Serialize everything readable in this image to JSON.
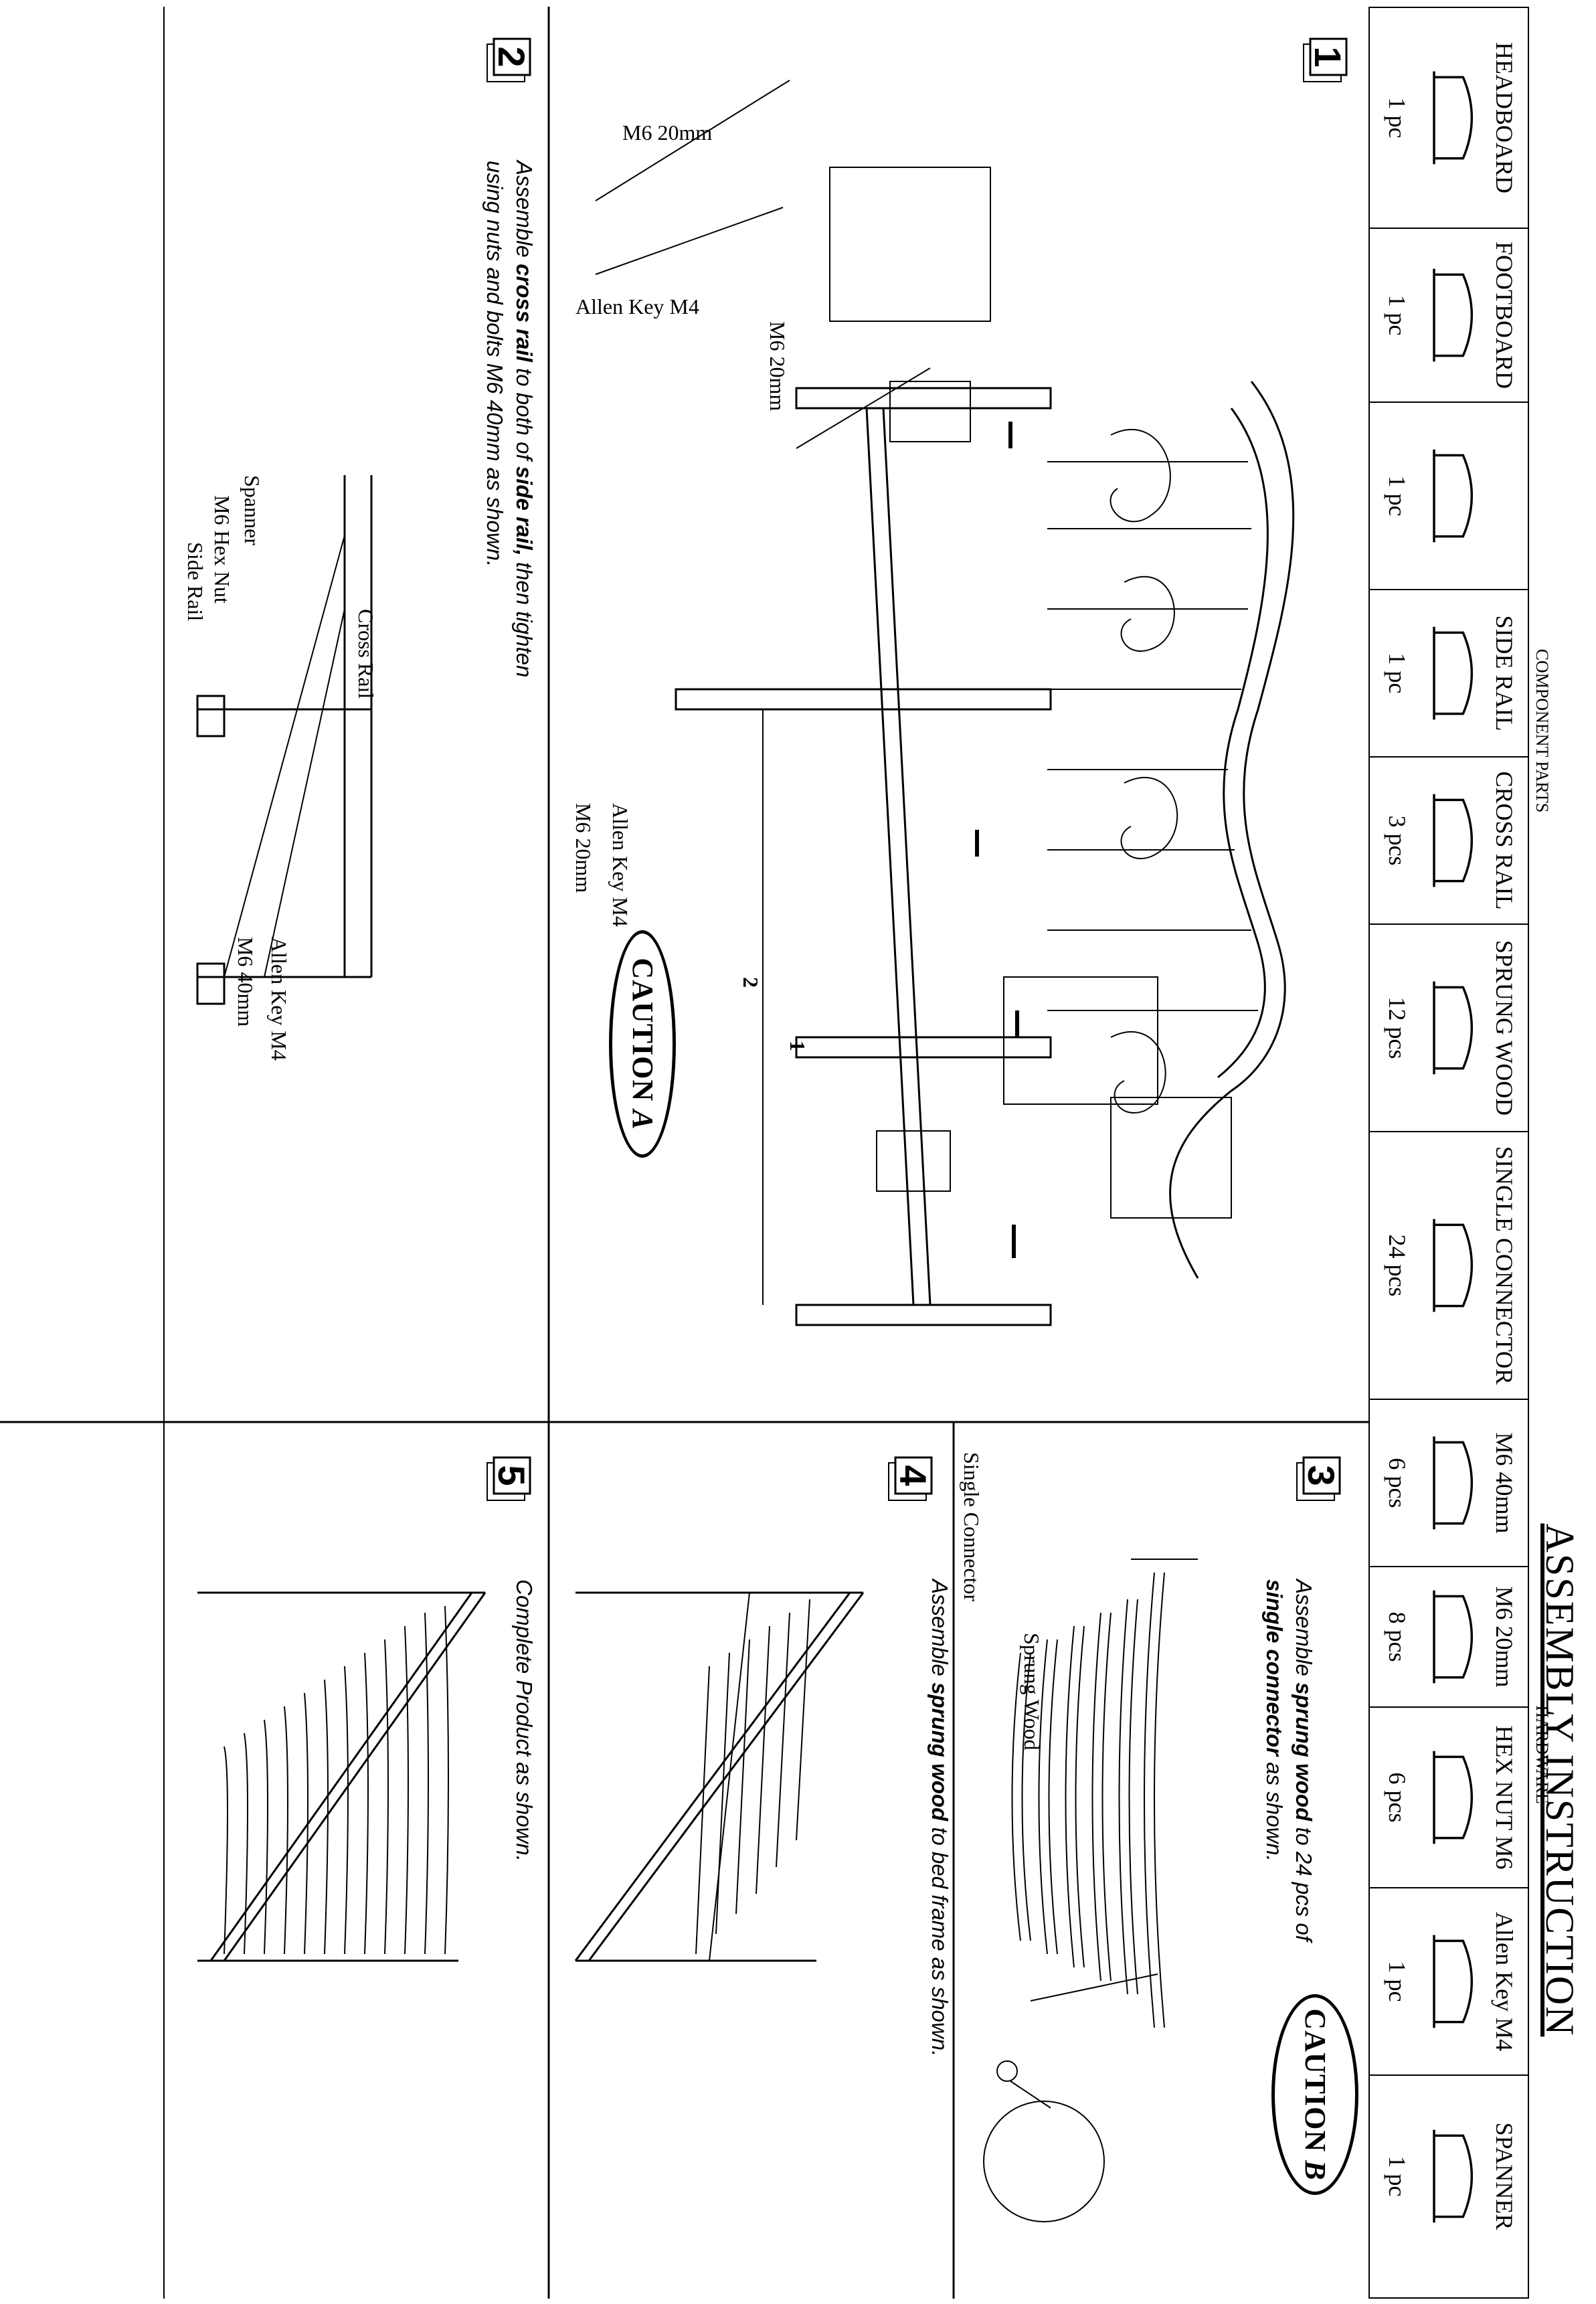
{
  "title": "ASSEMBLY INSTRUCTION",
  "table": {
    "component_header": "COMPONENT PARTS",
    "hardware_header": "HARDWARE",
    "components": [
      {
        "name": "HEADBOARD",
        "qty": "1 pc",
        "icon": "headboard-icon"
      },
      {
        "name": "FOOTBOARD",
        "qty": "1 pc",
        "icon": "footboard-icon"
      },
      {
        "name": "",
        "qty": "1 pc",
        "icon": "bed-end-icon"
      },
      {
        "name": "SIDE RAIL",
        "qty": "1 pc",
        "icon": "side-rail-icon"
      },
      {
        "name": "CROSS RAIL",
        "qty": "3 pcs",
        "icon": "cross-rail-icon"
      },
      {
        "name": "SPRUNG WOOD",
        "qty": "12 pcs",
        "icon": "sprung-wood-icon"
      },
      {
        "name": "SINGLE CONNECTOR",
        "qty": "24 pcs",
        "icon": "single-connector-icon"
      }
    ],
    "hardware": [
      {
        "name": "M6 40mm",
        "qty": "6 pcs",
        "icon": "bolt-40mm-icon"
      },
      {
        "name": "M6 20mm",
        "qty": "8 pcs",
        "icon": "bolt-20mm-icon"
      },
      {
        "name": "HEX NUT M6",
        "qty": "6 pcs",
        "icon": "hex-nut-icon"
      },
      {
        "name": "Allen Key M4",
        "qty": "1 pc",
        "icon": "allen-key-icon"
      },
      {
        "name": "SPANNER",
        "qty": "1 pc",
        "icon": "spanner-icon"
      }
    ]
  },
  "steps": {
    "step1": {
      "number": "1",
      "labels": {
        "bolt_top": "M6 20mm",
        "allen_top": "Allen Key M4",
        "bolt_mid": "M6 20mm",
        "bolt_center": "M6 20mm",
        "allen_center": "Allen Key M4"
      },
      "caution": "CAUTION",
      "caution_letter": "A",
      "inset1": "1",
      "inset2": "2"
    },
    "step2": {
      "number": "2",
      "instruction_pre": "Assemble ",
      "instruction_b1": "cross rail",
      "instruction_mid": " to both of ",
      "instruction_b2": "side rail,",
      "instruction_post": " then tighten",
      "instruction_line2": "using nuts and bolts  M6 40mm as shown.",
      "labels": {
        "cross_rail": "Cross Rail",
        "spanner": "Spanner",
        "hex_nut": "M6 Hex Nut",
        "side_rail": "Side Rail",
        "allen_key": "Allen Key M4",
        "bolt": "M6 40mm"
      }
    },
    "step3": {
      "number": "3",
      "instruction_pre": "Assemble ",
      "instruction_b1": "sprung wood",
      "instruction_mid": " to 24 pcs of",
      "instruction_b2": "single connector",
      "instruction_post": " as shown.",
      "labels": {
        "connector": "Single Connector",
        "sprung": "Sprung Wood"
      },
      "caution": "CAUTION",
      "caution_letter": "B"
    },
    "step4": {
      "number": "4",
      "instruction_pre": "Assemble ",
      "instruction_b1": "sprung wood",
      "instruction_post": " to bed frame as shown."
    },
    "step5": {
      "number": "5",
      "instruction": "Complete Product as shown."
    }
  }
}
